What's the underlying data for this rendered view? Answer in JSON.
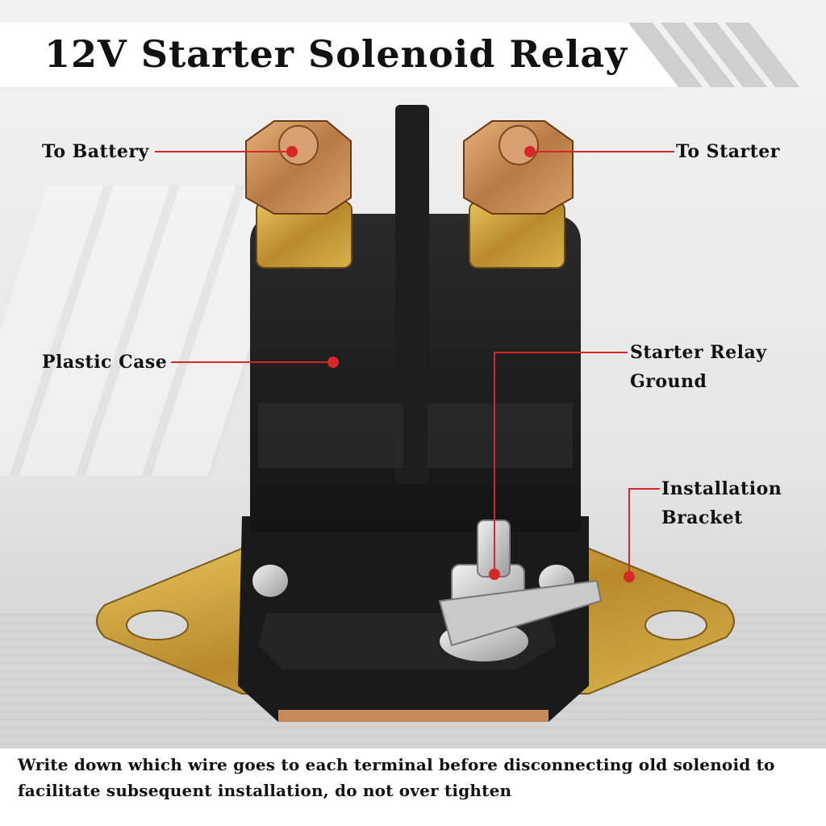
{
  "title": "12V Starter Solenoid Relay",
  "callouts": {
    "to_battery": "To Battery",
    "to_starter": "To Starter",
    "plastic_case": "Plastic Case",
    "starter_relay_ground_line1": "Starter Relay",
    "starter_relay_ground_line2": "Ground",
    "installation_bracket_line1": "Installation",
    "installation_bracket_line2": "Bracket"
  },
  "footer_note": "Write down which wire goes to each terminal before disconnecting old solenoid to facilitate subsequent installation, do not over tighten",
  "colors": {
    "accent_red": "#d62828",
    "case_black": "#1c1c1c",
    "copper": "#c9935a",
    "bracket_gold": "#c8a23a"
  }
}
